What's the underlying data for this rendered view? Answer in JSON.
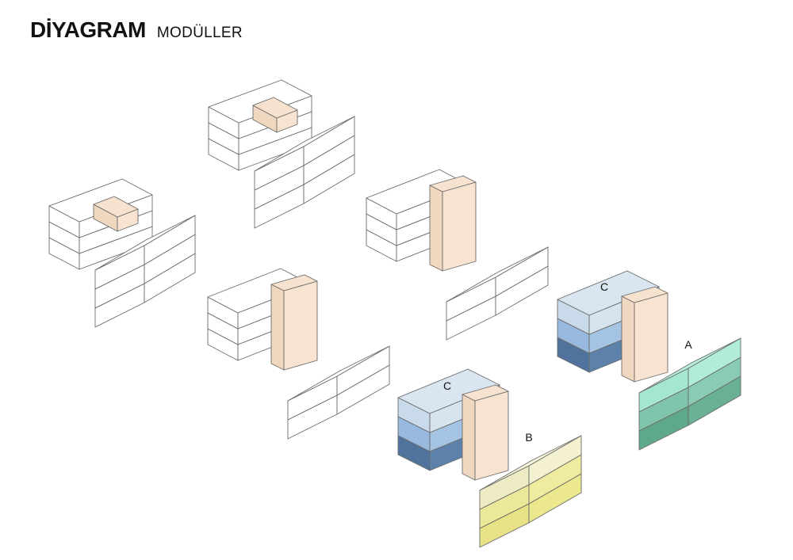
{
  "header": {
    "title": "DİYAGRAM",
    "subtitle": "MODÜLLER"
  },
  "module_labels": {
    "a": "A",
    "b": "B",
    "c": "C"
  },
  "colors": {
    "outline": "#6b6b6b",
    "white_top": "#ffffff",
    "white_left": "#ffffff",
    "white_right": "#ffffff",
    "core_top": "#f6e2cf",
    "core_left": "#f0d7bf",
    "core_right": "#f7e3d0",
    "c1_top": "#d9e6f1",
    "c1_left": "#c9dbea",
    "c1_right": "#d6e4f0",
    "c2_top": "#a8c6e4",
    "c2_left": "#97b9dd",
    "c2_right": "#a5c3e2",
    "c3_top": "#5a80ab",
    "c3_left": "#4f739c",
    "c3_right": "#5c82ac",
    "b1_top": "#f5f4d6",
    "b1_left": "#ecebc3",
    "b1_right": "#f3f1cf",
    "b2_top": "#f1efa8",
    "b2_left": "#ebe89a",
    "b2_right": "#efec9f",
    "b3_top": "#efec94",
    "b3_left": "#e7e386",
    "b3_right": "#ece88d",
    "a1_top": "#b6efdc",
    "a1_left": "#a4e6cf",
    "a1_right": "#b0ecd8",
    "a2_top": "#8fcfb7",
    "a2_left": "#80c4ab",
    "a2_right": "#8accb3",
    "a3_top": "#6cb497",
    "a3_left": "#5fa98b",
    "a3_right": "#69b094"
  }
}
